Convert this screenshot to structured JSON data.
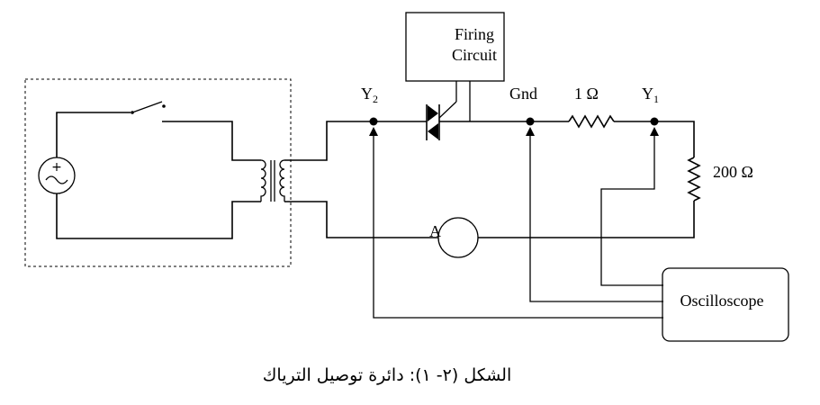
{
  "labels": {
    "firing_line1": "Firing",
    "firing_line2": "Circuit",
    "y2_main": "Y",
    "y2_sub": "2",
    "gnd": "Gnd",
    "r1": "1 Ω",
    "y1_main": "Y",
    "y1_sub": "1",
    "r200": "200 Ω",
    "ammeter": "A",
    "oscilloscope": "Oscilloscope"
  },
  "caption": "الشكل (٢- ١): دائرة توصيل الترياك"
}
